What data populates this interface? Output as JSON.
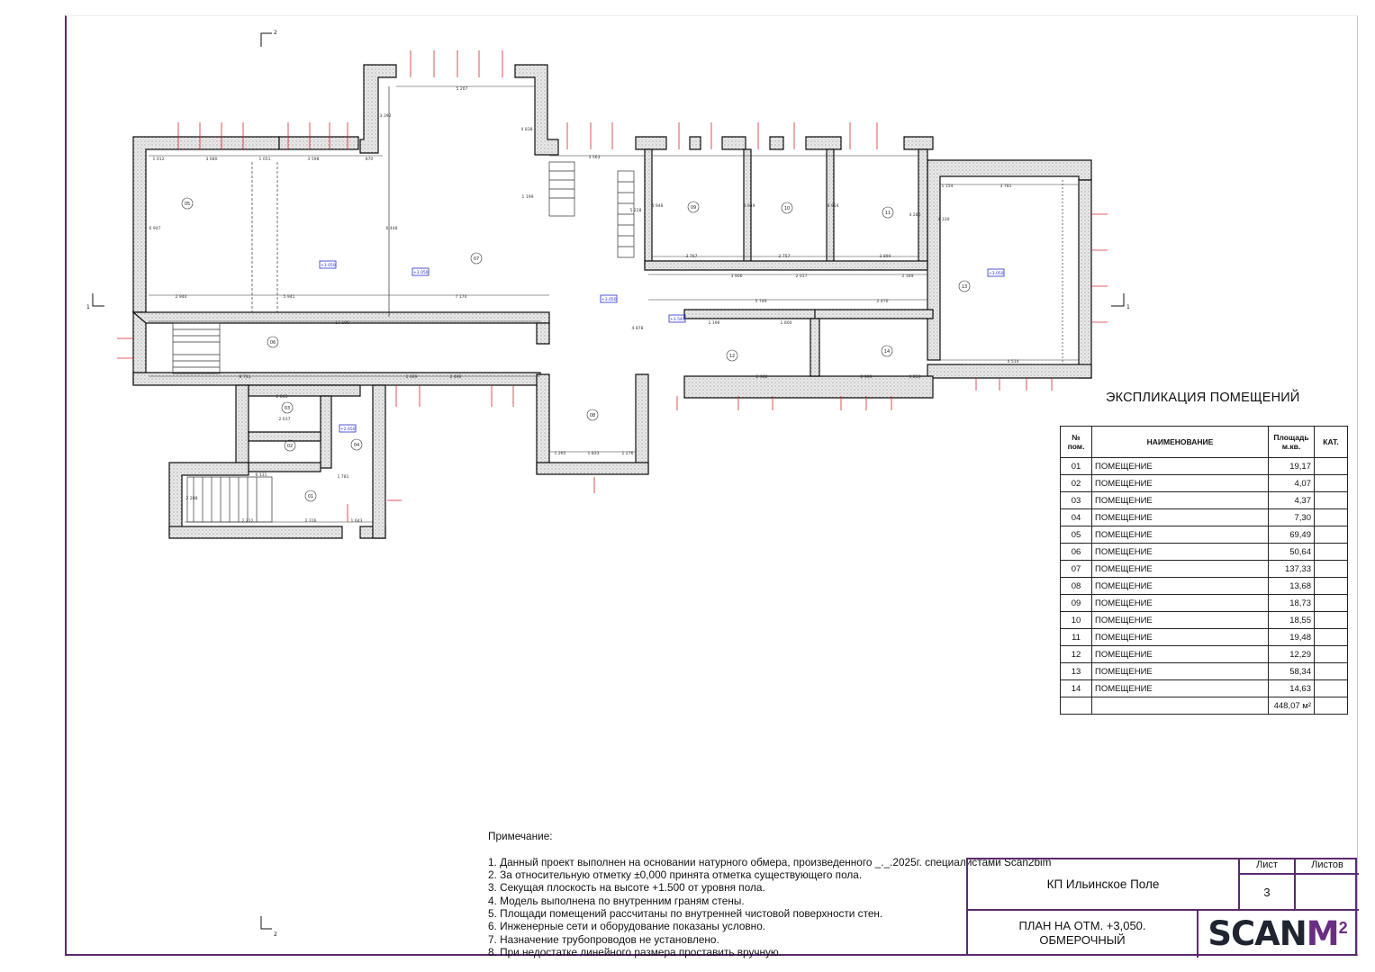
{
  "explication": {
    "title": "ЭКСПЛИКАЦИЯ ПОМЕЩЕНИЙ",
    "headers": {
      "num": "№ пом.",
      "name": "НАИМЕНОВАНИЕ",
      "area": "Площадь м.кв.",
      "cat": "КАТ."
    },
    "rows": [
      {
        "num": "01",
        "name": "ПОМЕЩЕНИЕ",
        "area": "19,17"
      },
      {
        "num": "02",
        "name": "ПОМЕЩЕНИЕ",
        "area": "4,07"
      },
      {
        "num": "03",
        "name": "ПОМЕЩЕНИЕ",
        "area": "4,37"
      },
      {
        "num": "04",
        "name": "ПОМЕЩЕНИЕ",
        "area": "7,30"
      },
      {
        "num": "05",
        "name": "ПОМЕЩЕНИЕ",
        "area": "69,49"
      },
      {
        "num": "06",
        "name": "ПОМЕЩЕНИЕ",
        "area": "50,64"
      },
      {
        "num": "07",
        "name": "ПОМЕЩЕНИЕ",
        "area": "137,33"
      },
      {
        "num": "08",
        "name": "ПОМЕЩЕНИЕ",
        "area": "13,68"
      },
      {
        "num": "09",
        "name": "ПОМЕЩЕНИЕ",
        "area": "18,73"
      },
      {
        "num": "10",
        "name": "ПОМЕЩЕНИЕ",
        "area": "18,55"
      },
      {
        "num": "11",
        "name": "ПОМЕЩЕНИЕ",
        "area": "19,48"
      },
      {
        "num": "12",
        "name": "ПОМЕЩЕНИЕ",
        "area": "12,29"
      },
      {
        "num": "13",
        "name": "ПОМЕЩЕНИЕ",
        "area": "58,34"
      },
      {
        "num": "14",
        "name": "ПОМЕЩЕНИЕ",
        "area": "14,63"
      }
    ],
    "total": "448,07 м²"
  },
  "notes": {
    "title": "Примечание:",
    "items": [
      "1. Данный проект выполнен на основании натурного обмера, произведенного _._.2025г. специалистами Scan2bim",
      "2. За относительную отметку ±0,000 принята отметка существующего пола.",
      "3. Секущая плоскость на высоте +1.500 от уровня пола.",
      "4. Модель выполнена по внутренним граням стены.",
      "5. Площади помещений рассчитаны по внутренней чистовой поверхности стен.",
      "6. Инженерные сети и оборудование показаны условно.",
      "7. Назначение трубопроводов не установлено.",
      "8. При недостатке линейного размера проставить вручную."
    ]
  },
  "stamp": {
    "project": "КП Ильинское Поле",
    "sheet_label": "Лист",
    "sheets_label": "Листов",
    "sheet_value": "3",
    "title_line1": "ПЛАН НА ОТМ. +3,050.",
    "title_line2": "ОБМЕРОЧНЫЙ",
    "logo_main": "SCAN",
    "logo_m": "M",
    "logo_sup": "2"
  },
  "plan": {
    "room_tags": [
      "01",
      "02",
      "03",
      "04",
      "05",
      "06",
      "07",
      "08",
      "09",
      "10",
      "11",
      "12",
      "13",
      "14"
    ],
    "level_marks": [
      "+3.050",
      "+3.050",
      "+3.050",
      "+3.540",
      "+3.050",
      "+2.650"
    ],
    "section_marks": [
      "1",
      "1",
      "2",
      "2"
    ],
    "dimensions": [
      "1 012",
      "3 680",
      "1 051",
      "3 598",
      "870",
      "5 207",
      "4 838",
      "3 392",
      "17 106",
      "8 741",
      "5 941",
      "7 174",
      "2 940",
      "6 947",
      "6 448",
      "3 563",
      "1 199",
      "5 228",
      "4 878",
      "5 749",
      "3 906",
      "2 017",
      "2 349",
      "2 470",
      "4 514",
      "3 781",
      "1 154",
      "4 330",
      "1 265",
      "1 833",
      "1 276",
      "2 845",
      "2 637",
      "1 781",
      "6 131",
      "2 212",
      "2 316",
      "1 643",
      "2 288",
      "2 496",
      "1 669",
      "3 767",
      "2 757",
      "3 894",
      "4 948",
      "4 949",
      "4 954",
      "4 286",
      "2 999",
      "1 253",
      "2 982",
      "1 800",
      "1 196"
    ]
  },
  "colors": {
    "wall": "#000000",
    "dimension": "#333333",
    "axis_red": "#d9262b",
    "level_blue": "#2530c8",
    "frame": "#5b2a6e"
  }
}
